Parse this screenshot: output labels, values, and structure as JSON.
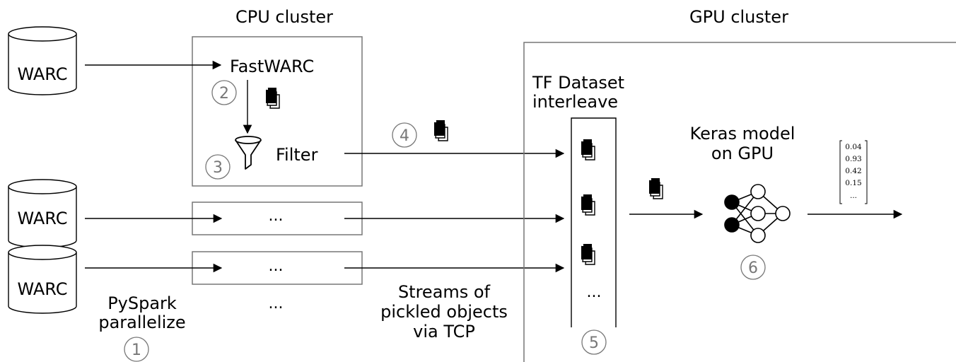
{
  "diagram": {
    "cpu_cluster_title": "CPU cluster",
    "gpu_cluster_title": "GPU cluster",
    "warc_labels": [
      "WARC",
      "WARC",
      "WARC"
    ],
    "fastwarc_label": "FastWARC",
    "filter_label": "Filter",
    "ellipsis": "...",
    "tf_dataset_line1": "TF Dataset",
    "tf_dataset_line2": "interleave",
    "keras_line1": "Keras model",
    "keras_line2": "on GPU",
    "pyspark_line1": "PySpark",
    "pyspark_line2": "parallelize",
    "streams_line1": "Streams of",
    "streams_line2": "pickled objects",
    "streams_line3": "via TCP",
    "step_markers": [
      "1",
      "2",
      "3",
      "4",
      "5",
      "6"
    ],
    "output_vector": [
      "0.04",
      "0.93",
      "0.42",
      "0.15",
      "..."
    ]
  }
}
